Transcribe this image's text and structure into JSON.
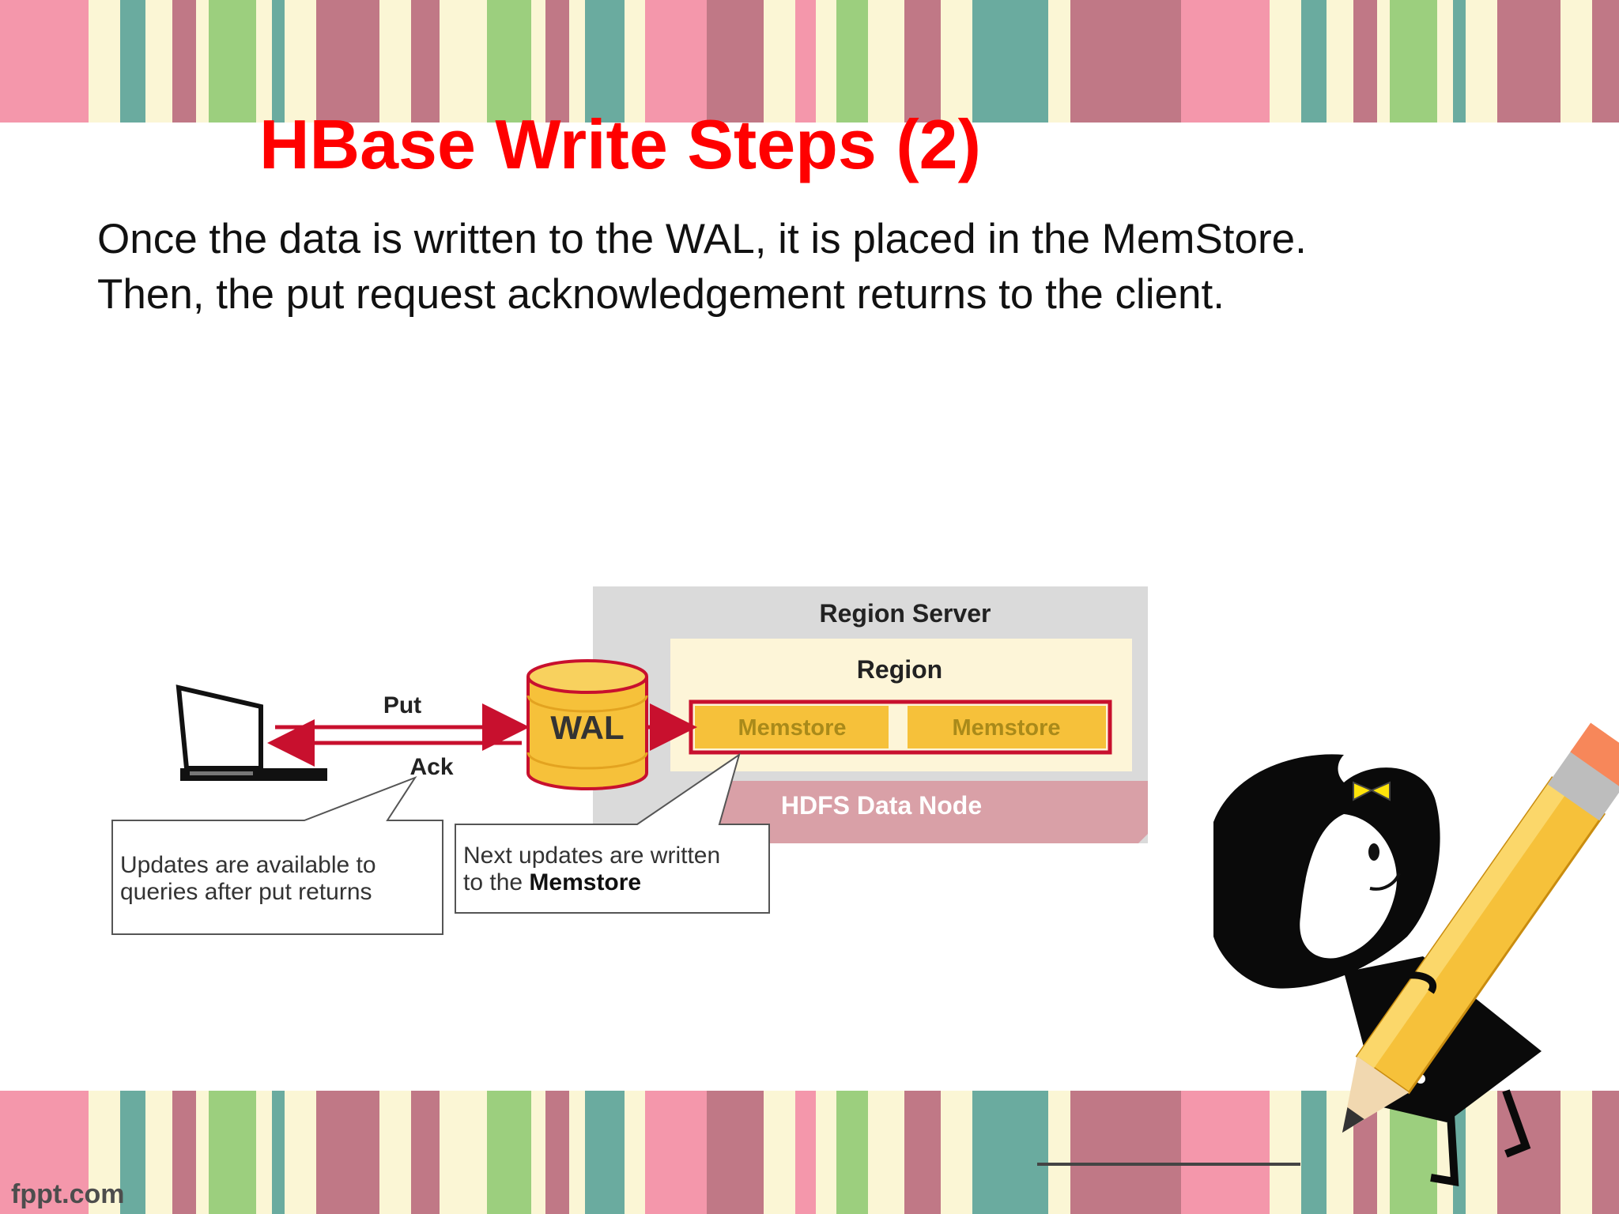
{
  "slide": {
    "title": "HBase Write Steps (2)",
    "body_lines": [
      "Once the data is written to the WAL, it is placed in the MemStore.",
      "Then, the put request acknowledgement returns to the client."
    ],
    "footer": "fppt.com"
  },
  "diagram": {
    "region_server_label": "Region Server",
    "region_label": "Region",
    "memstore_labels": [
      "Memstore",
      "Memstore"
    ],
    "hdfs_label": "HDFS Data Node",
    "wal_label": "WAL",
    "put_label": "Put",
    "ack_label": "Ack",
    "callout_left": {
      "line1": "Updates are available to",
      "line2": "queries after put returns"
    },
    "callout_right": {
      "line1": "Next updates are written",
      "line2_prefix": "to the ",
      "line2_bold": "Memstore"
    },
    "laptop_icon": "laptop-icon",
    "database_icon": "database-icon"
  },
  "colors": {
    "title": "#ff0000",
    "stripe_pink": "#f497ab",
    "stripe_mauve": "#c07886",
    "stripe_teal": "#6aab9f",
    "stripe_green": "#9ccf7e",
    "stripe_cream": "#fbf6d5",
    "arrow_red": "#c8102e",
    "wal_yellow": "#f6c13a",
    "hdfs_pink": "#d9a0a7"
  }
}
